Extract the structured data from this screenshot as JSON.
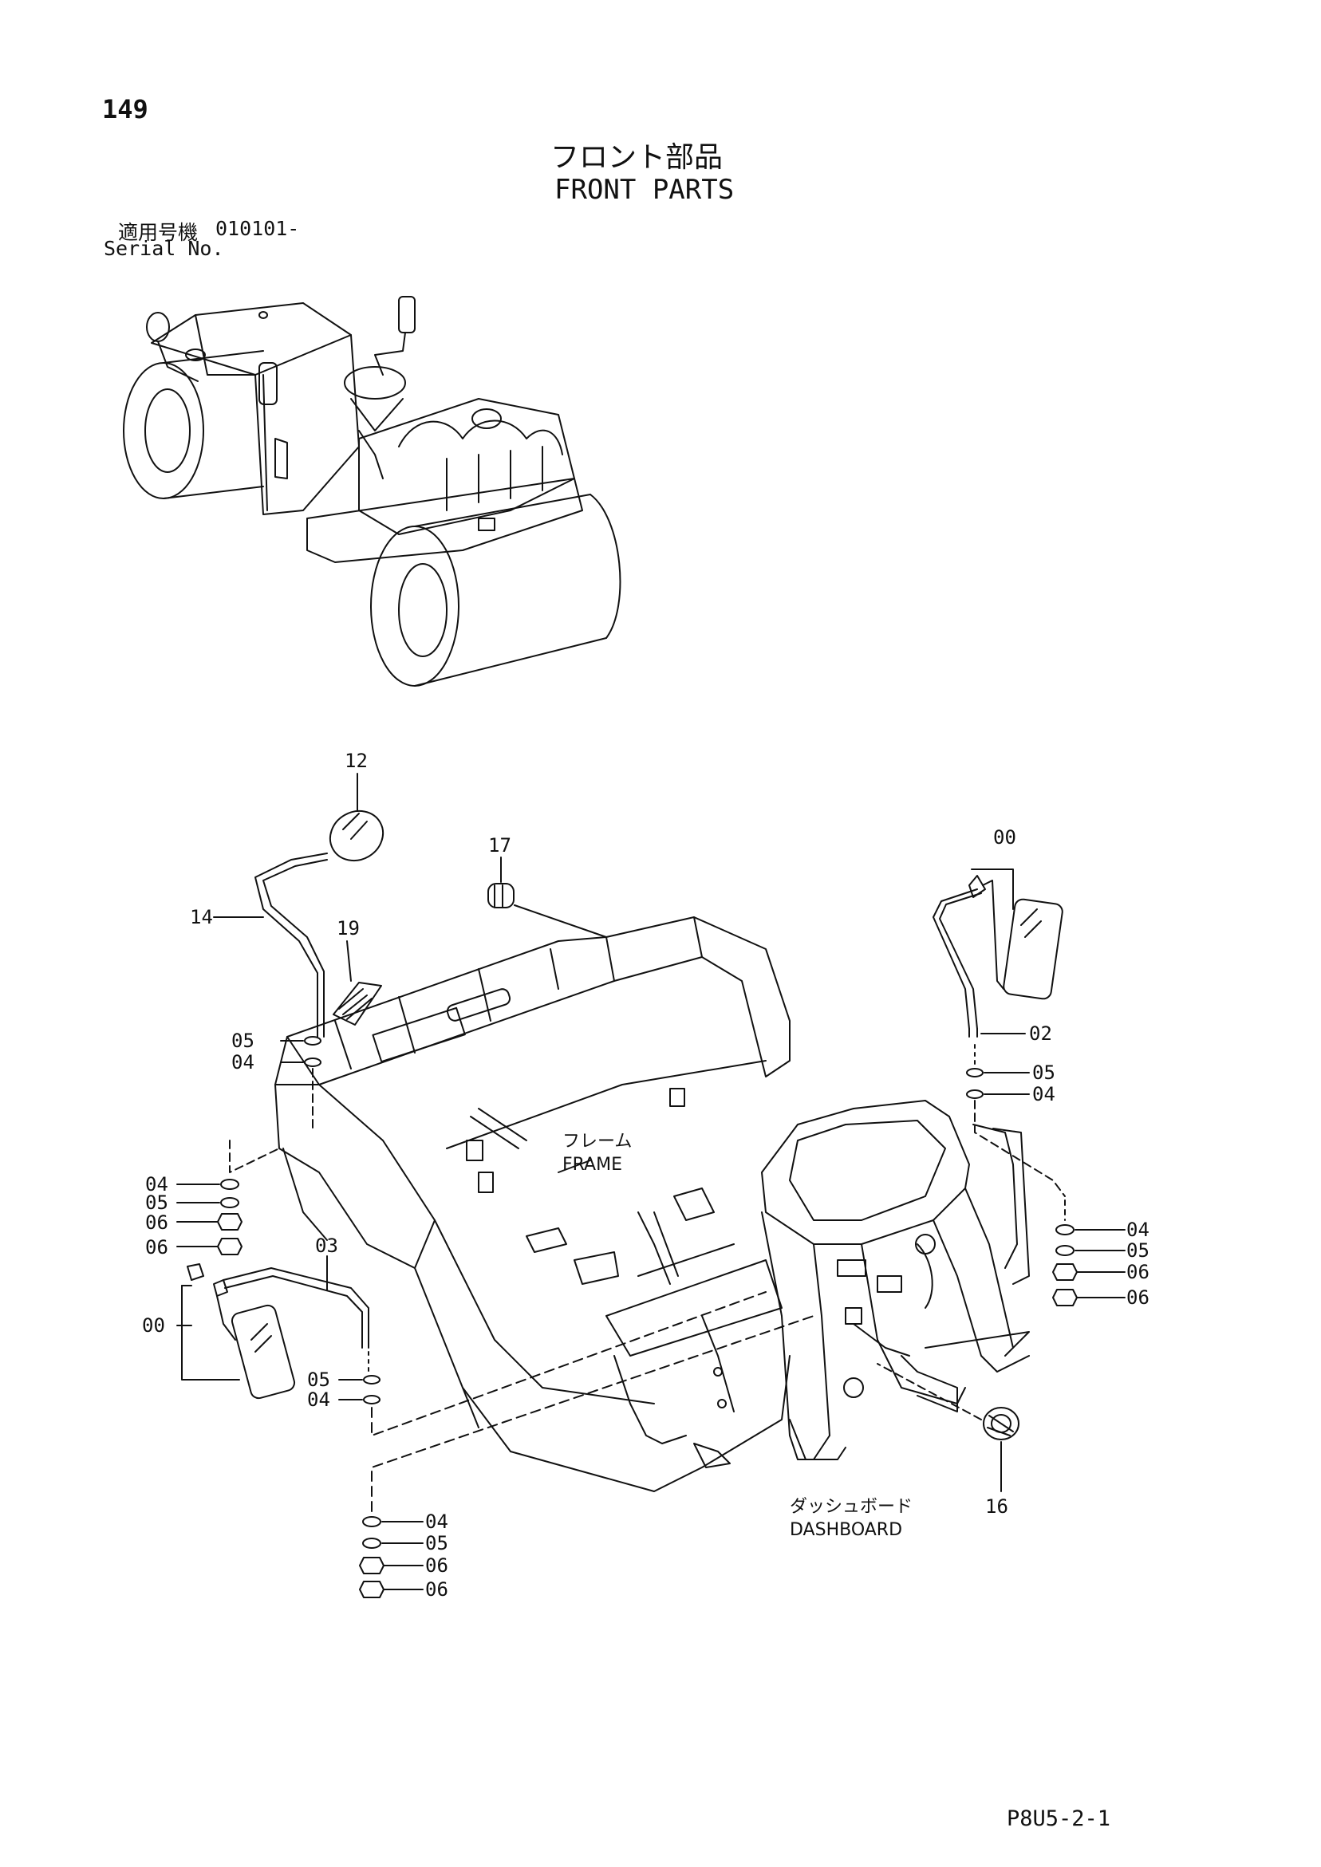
{
  "header": {
    "page_number": "149",
    "title_jp": "フロント部品",
    "title_en": "FRONT PARTS",
    "serial_label_jp": "適用号機",
    "serial_value": "010101-",
    "serial_label_en": "Serial No."
  },
  "labels": {
    "frame_jp": "フレーム",
    "frame_en": "FRAME",
    "dashboard_jp": "ダッシュボード",
    "dashboard_en": "DASHBOARD"
  },
  "callouts": {
    "c12": "12",
    "c14": "14",
    "c17": "17",
    "c19": "19",
    "c00_right": "00",
    "c02": "02",
    "c05_a": "05",
    "c04_a": "04",
    "c05_r": "05",
    "c04_r": "04",
    "left_stack": [
      "04",
      "05",
      "06",
      "06"
    ],
    "c03": "03",
    "c00_left": "00",
    "c05_b": "05",
    "c04_b": "04",
    "right_stack": [
      "04",
      "05",
      "06",
      "06"
    ],
    "bottom_stack": [
      "04",
      "05",
      "06",
      "06"
    ],
    "c16": "16"
  },
  "footer": {
    "sheet_code": "P8U5-2-1"
  }
}
